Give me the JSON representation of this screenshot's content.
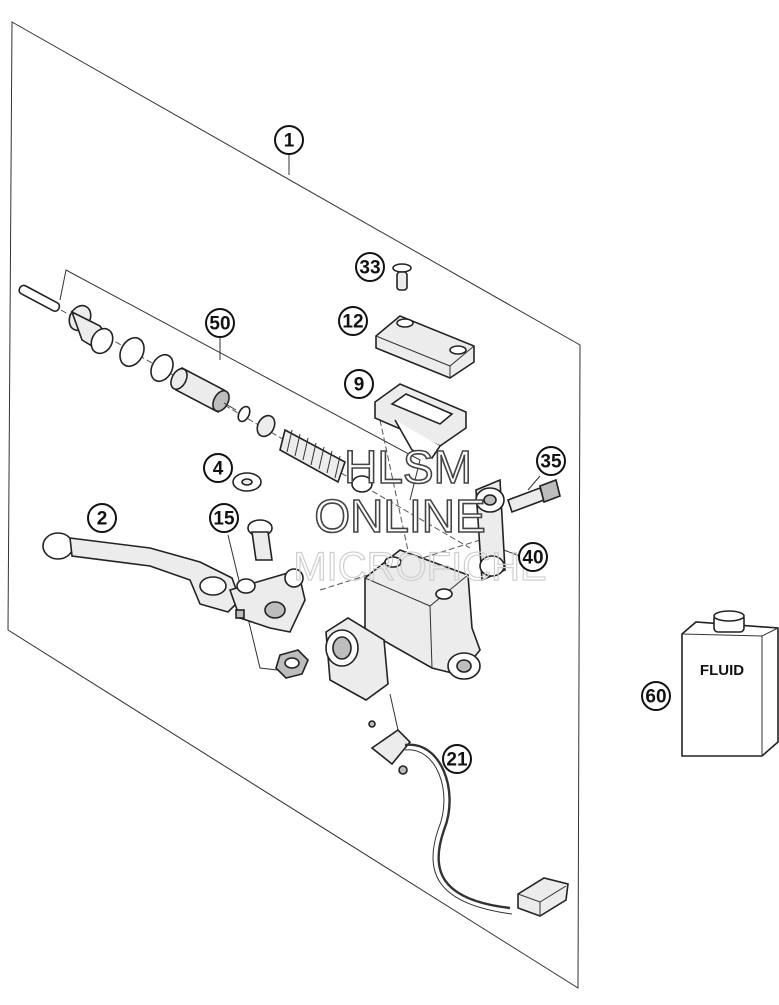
{
  "diagram": {
    "callouts": [
      {
        "id": "c1",
        "label": "1"
      },
      {
        "id": "c2",
        "label": "2"
      },
      {
        "id": "c4",
        "label": "4"
      },
      {
        "id": "c9",
        "label": "9"
      },
      {
        "id": "c12",
        "label": "12"
      },
      {
        "id": "c15",
        "label": "15"
      },
      {
        "id": "c21",
        "label": "21"
      },
      {
        "id": "c33",
        "label": "33"
      },
      {
        "id": "c35",
        "label": "35"
      },
      {
        "id": "c40",
        "label": "40"
      },
      {
        "id": "c50",
        "label": "50"
      },
      {
        "id": "c60",
        "label": "60"
      }
    ],
    "fluid_label": "FLUID",
    "watermark": {
      "line1": "HLSM",
      "line2": "ONLINE",
      "line3": "MICROFICHE"
    }
  }
}
